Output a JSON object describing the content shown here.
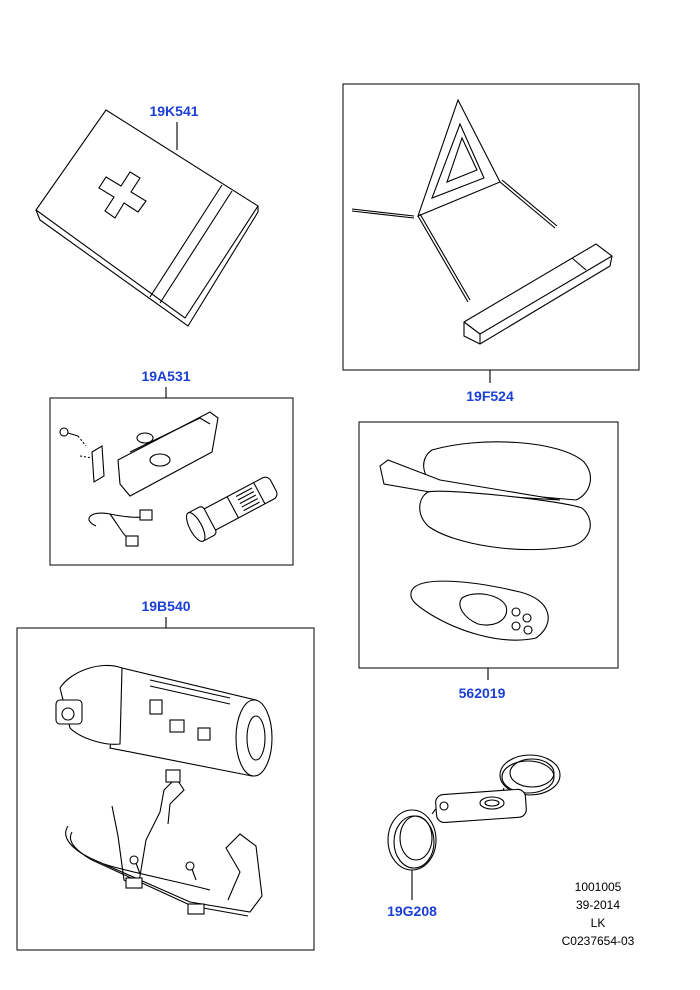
{
  "parts": [
    {
      "id": "first-aid-kit",
      "label": "19K541"
    },
    {
      "id": "warning-triangle",
      "label": "19F524"
    },
    {
      "id": "torch-kit",
      "label": "19A531"
    },
    {
      "id": "cover-pouch",
      "label": "562019"
    },
    {
      "id": "tyre-repair-kit",
      "label": "19B540"
    },
    {
      "id": "remote-cable",
      "label": "19G208"
    }
  ],
  "meta": {
    "line1": "1001005",
    "line2": "39-2014",
    "line3": "LK",
    "line4": "C0237654-03"
  },
  "colors": {
    "label": "#1a3fd6",
    "line": "#000000"
  }
}
